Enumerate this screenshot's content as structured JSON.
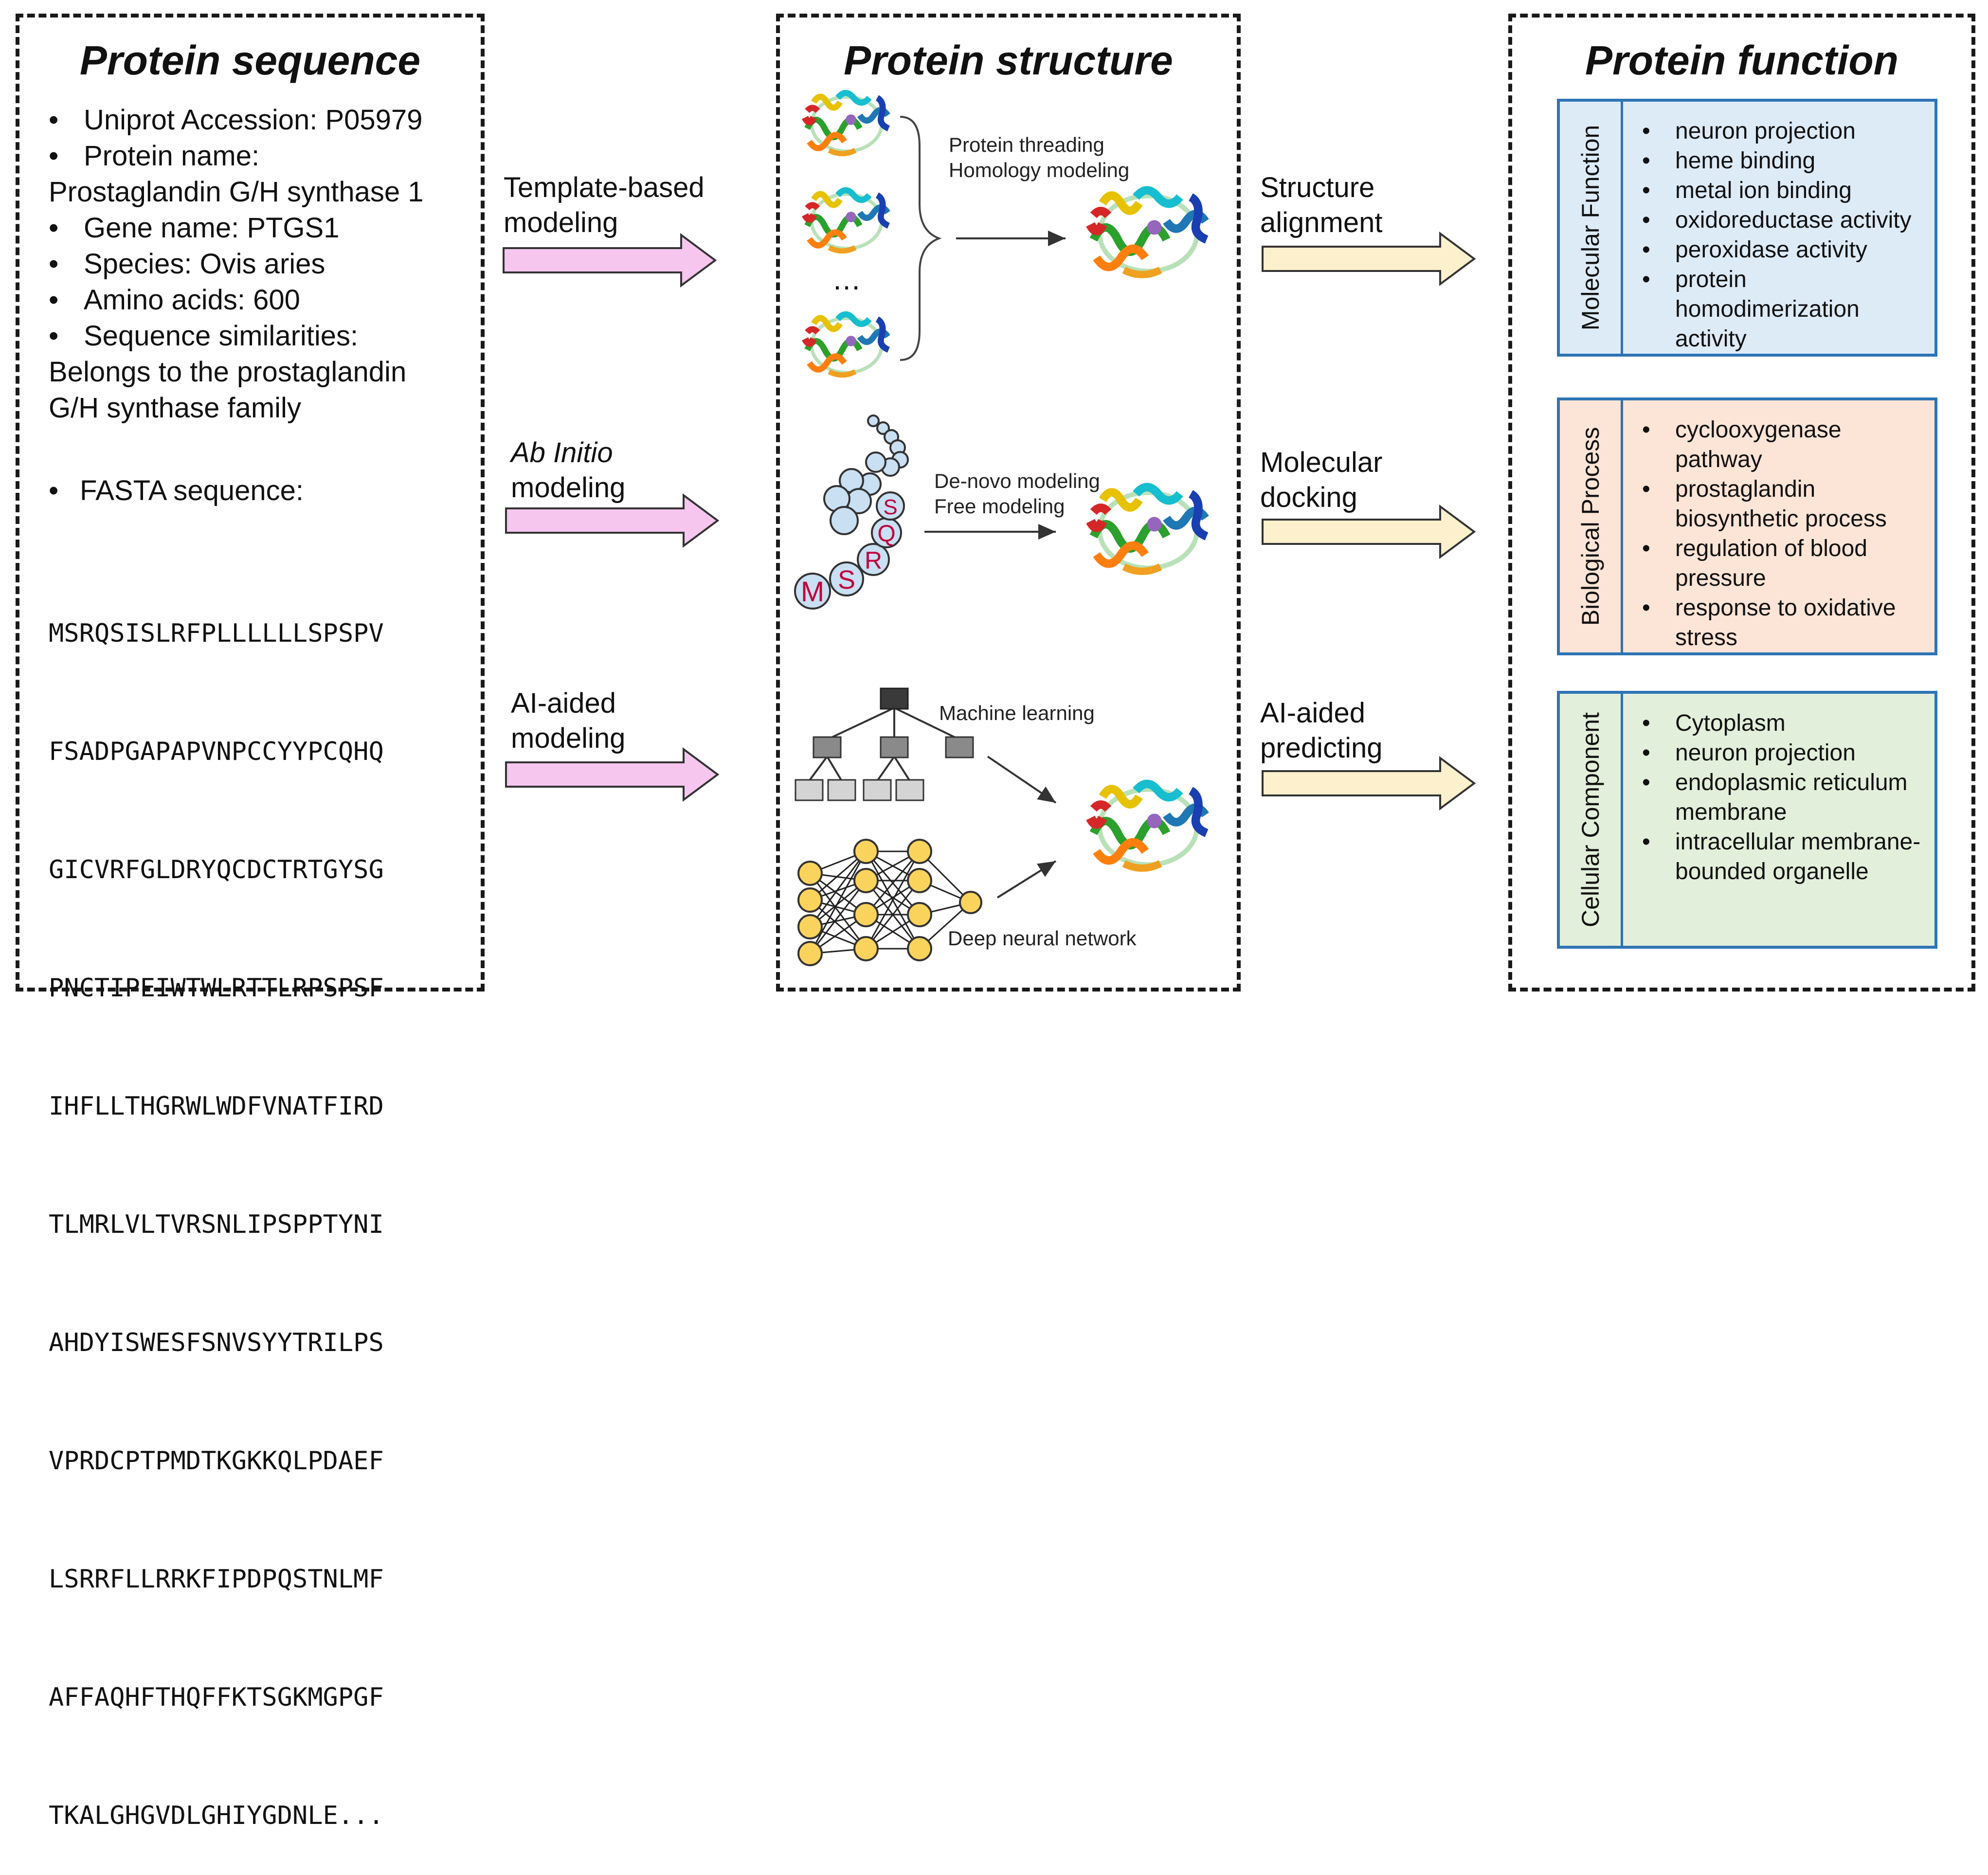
{
  "panels": {
    "sequence_title": "Protein sequence",
    "structure_title": "Protein structure",
    "function_title": "Protein function"
  },
  "sequence": {
    "accession": "Uniprot Accession: P05979",
    "name_label": "Protein name:",
    "name_value": "Prostaglandin G/H synthase 1",
    "gene": "Gene name: PTGS1",
    "species": "Species: Ovis aries",
    "amino_acids": "Amino acids: 600",
    "similarity_label": "Sequence similarities:",
    "similarity_value_1": "Belongs to the prostaglandin",
    "similarity_value_2": "G/H synthase family",
    "fasta_label": "FASTA sequence:",
    "fasta_lines": [
      "MSRQSISLRFPLLLLLLSPSPV",
      "FSADPGAPAPVNPCCYYPCQHQ",
      "GICVRFGLDRYQCDCTRTGYSG",
      "PNCTIPEIWTWLRTTLRPSPSF",
      "IHFLLTHGRWLWDFVNATFIRD",
      "TLMRLVLTVRSNLIPSPPTYNI",
      "AHDYISWESFSNVSYYTRILPS",
      "VPRDCPTPMDTKGKKQLPDAEF",
      "LSRRFLLRRKFIPDPQSTNLMF",
      "AFFAQHFTHQFFKTSGKMGPGF",
      "TKALGHGVDLGHIYGDNLE..."
    ]
  },
  "modeling": {
    "template_1": "Template-based",
    "template_2": "modeling",
    "abinitio_1": "Ab Initio",
    "abinitio_2": "modeling",
    "ai_1": "AI-aided",
    "ai_2": "modeling"
  },
  "structure": {
    "threading": "Protein threading",
    "homology": "Homology modeling",
    "ellipsis": "…",
    "denovo": "De-novo modeling",
    "free": "Free modeling",
    "residues": [
      "M",
      "S",
      "R",
      "Q",
      "S"
    ],
    "ml": "Machine learning",
    "dnn": "Deep neural network"
  },
  "prediction": {
    "align_1": "Structure",
    "align_2": "alignment",
    "dock_1": "Molecular",
    "dock_2": "docking",
    "ai_1": "AI-aided",
    "ai_2": "predicting"
  },
  "functions": {
    "mf": {
      "label": "Molecular Function",
      "bg": "#ddebf7",
      "items": [
        "neuron projection",
        "heme binding",
        "metal ion binding",
        "oxidoreductase activity",
        "peroxidase activity",
        "protein homodimerization activity"
      ]
    },
    "bp": {
      "label": "Biological Process",
      "bg": "#fce4d6",
      "items": [
        "cyclooxygenase pathway",
        "prostaglandin biosynthetic process",
        "regulation of blood pressure",
        "response to oxidative stress"
      ]
    },
    "cc": {
      "label": "Cellular Component",
      "bg": "#e2efda",
      "items": [
        "Cytoplasm",
        "neuron projection",
        "endoplasmic reticulum membrane",
        "intracellular membrane-bounded organelle"
      ]
    }
  },
  "colors": {
    "pink_arrow": "#f6c6ef",
    "yellow_arrow": "#fdf0cc",
    "box_border": "#2e74b5",
    "residue_red": "#c0003c",
    "bead_blue": "#c9dff2",
    "node_yellow": "#f9d35c"
  }
}
